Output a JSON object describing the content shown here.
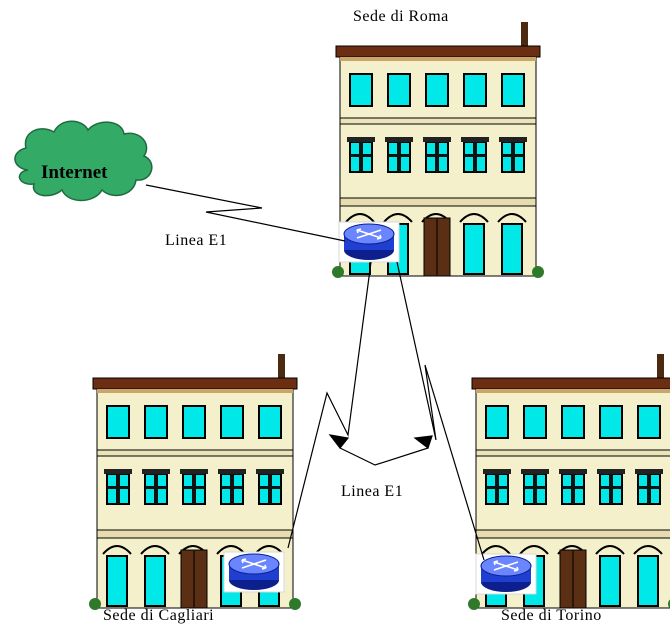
{
  "sites": {
    "roma": {
      "label": "Sede di Roma"
    },
    "cagliari": {
      "label": "Sede di Cagliari"
    },
    "torino": {
      "label": "Sede di Torino"
    }
  },
  "internet": {
    "label": "Internet"
  },
  "links": {
    "internet_link_label": "Linea E1",
    "wan_link_label": "Linea E1"
  },
  "colors": {
    "building_wall": "#f5f0cc",
    "roof": "#6b2e12",
    "window": "#00e8e8",
    "cloud": "#33aa66",
    "router": "#1f3fd0"
  }
}
